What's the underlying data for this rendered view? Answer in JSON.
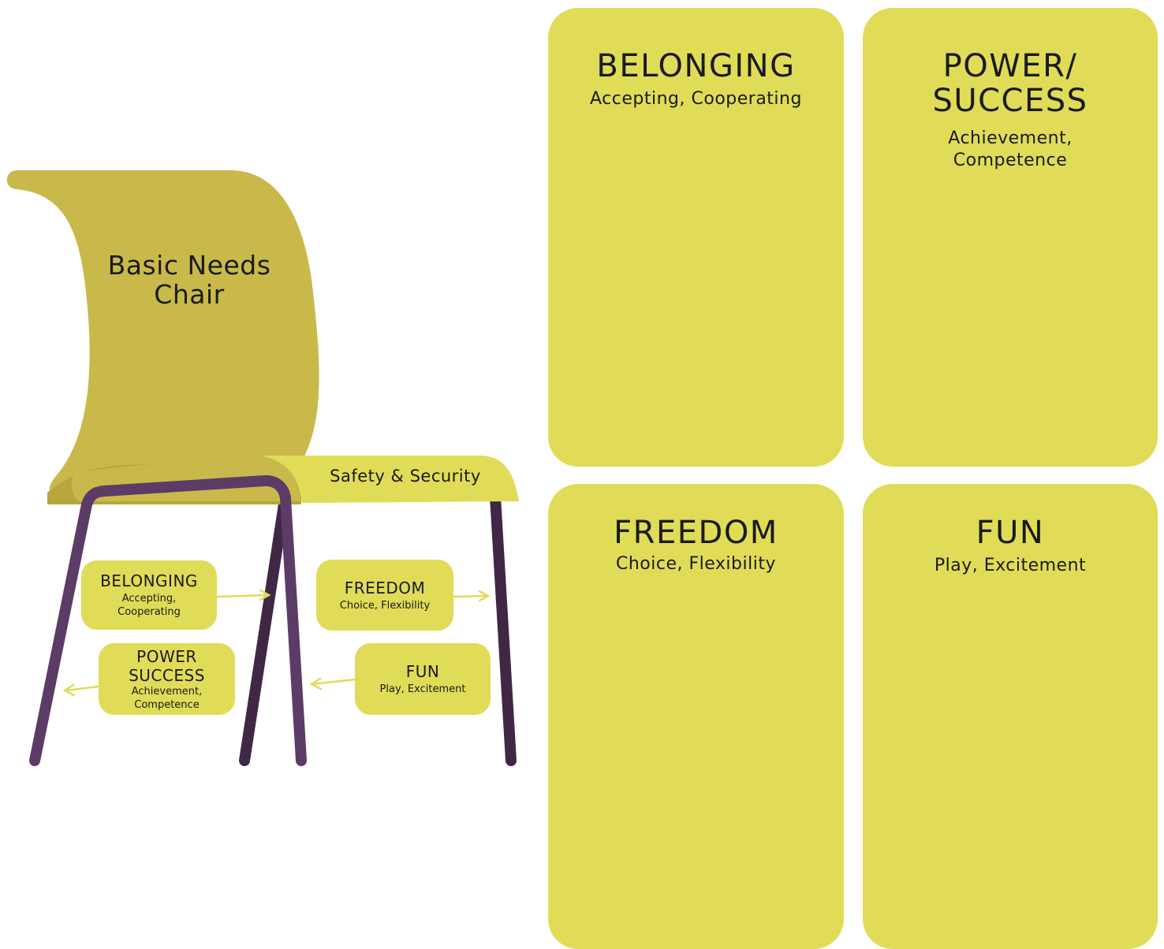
{
  "chair": {
    "title": "Basic Needs\nChair",
    "seat_label": "Safety & Security",
    "colors": {
      "back": "#c9b94a",
      "back_shadow": "#b8a63c",
      "seat": "#e0dc58",
      "legs": "#4a2f52",
      "legs_light": "#5c3c66"
    },
    "boxes": {
      "belonging": {
        "title": "BELONGING",
        "subtitle": "Accepting,\nCooperating"
      },
      "freedom": {
        "title": "FREEDOM",
        "subtitle": "Choice, Flexibility"
      },
      "power": {
        "title": "POWER\nSUCCESS",
        "subtitle": "Achievement,\nCompetence"
      },
      "fun": {
        "title": "FUN",
        "subtitle": "Play, Excitement"
      }
    }
  },
  "cards": {
    "belonging": {
      "title": "BELONGING",
      "subtitle": "Accepting, Cooperating"
    },
    "power": {
      "title": "POWER/\nSUCCESS",
      "subtitle": "Achievement,\nCompetence"
    },
    "freedom": {
      "title": "FREEDOM",
      "subtitle": "Choice, Flexibility"
    },
    "fun": {
      "title": "FUN",
      "subtitle": "Play, Excitement"
    }
  },
  "colors": {
    "card": "#e0dc58",
    "arrow": "#e0dc58"
  }
}
